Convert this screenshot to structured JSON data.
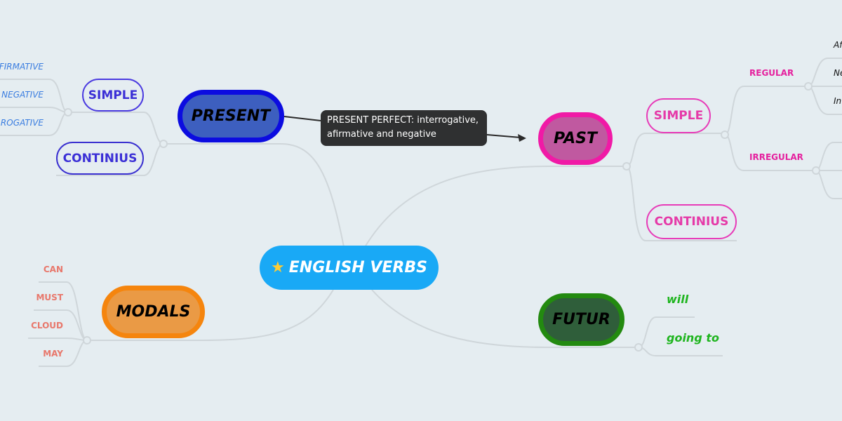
{
  "central": {
    "label": "ENGLISH VERBS",
    "icon": "star-icon",
    "color": "#19a9f6"
  },
  "present": {
    "label": "PRESENT",
    "border": "#0c0ce0",
    "fill": "#3d5fbf",
    "children": [
      {
        "label": "SIMPLE",
        "leaves": [
          "FIRMATIVE",
          "NEGATIVE",
          "RROGATIVE"
        ]
      },
      {
        "label": "CONTINIUS"
      }
    ]
  },
  "callout": {
    "text": "PRESENT PERFECT: interrogative, afirmative and negative"
  },
  "past": {
    "label": "PAST",
    "border": "#f01aa6",
    "fill": "#c059a0",
    "children": [
      {
        "label": "SIMPLE",
        "groups": [
          {
            "label": "REGULAR",
            "leaves": [
              "Af",
              "Ne",
              "Int"
            ]
          },
          {
            "label": "IRREGULAR"
          }
        ]
      },
      {
        "label": "CONTINIUS"
      }
    ]
  },
  "futur": {
    "label": "FUTUR",
    "border": "#238a10",
    "fill": "#2f5e3a",
    "leaves": [
      "will",
      "going to"
    ]
  },
  "modals": {
    "label": "MODALS",
    "border": "#f5850e",
    "fill": "#ea9a45",
    "leaves": [
      "CAN",
      "MUST",
      "CLOUD",
      "MAY"
    ]
  }
}
